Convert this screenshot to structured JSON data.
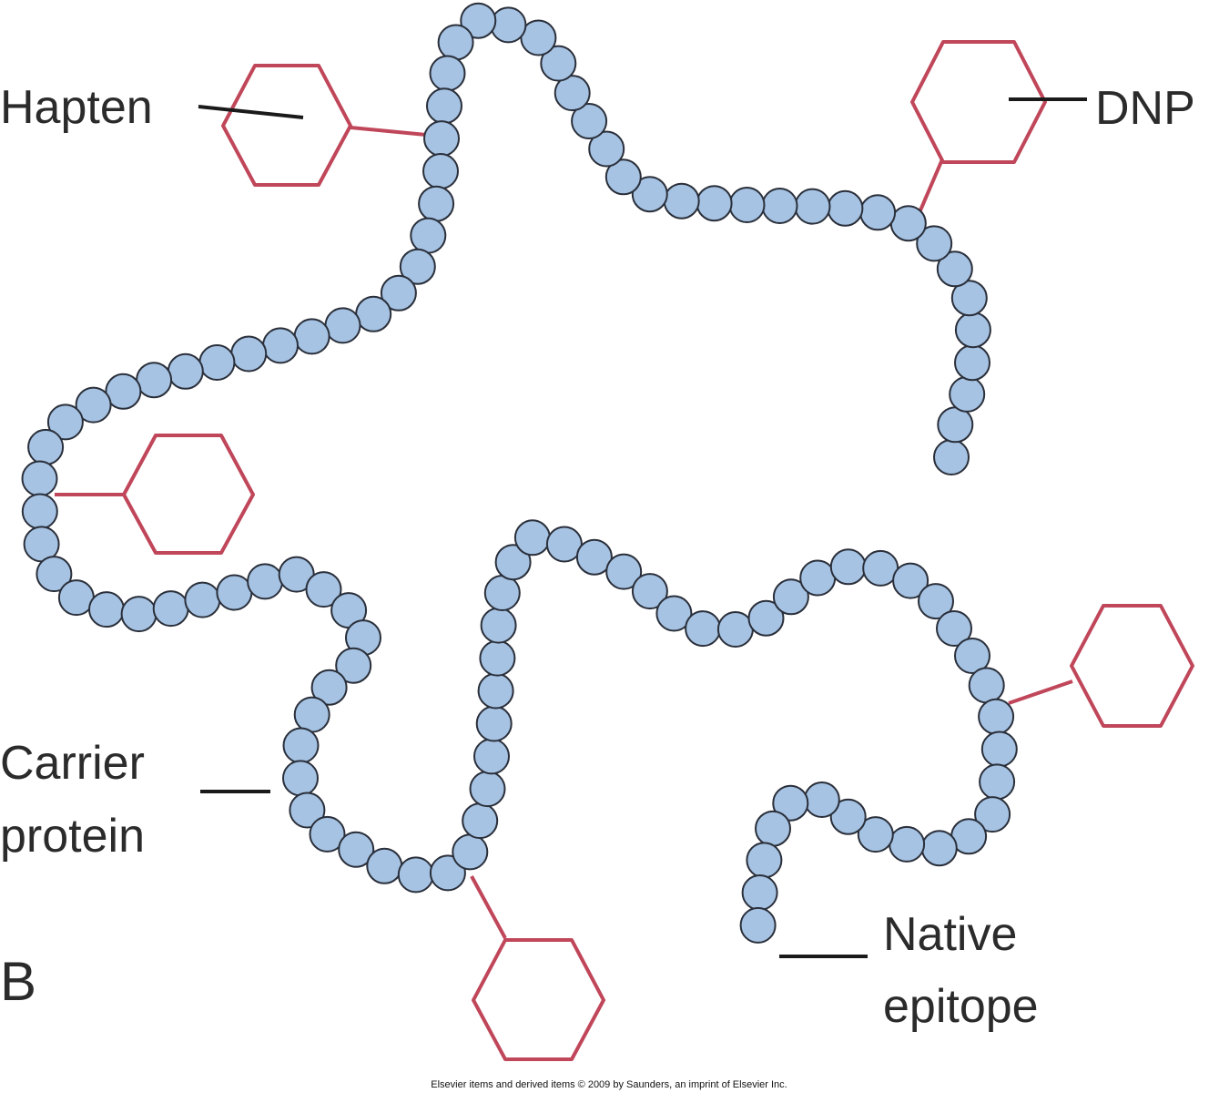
{
  "colors": {
    "bead_fill": "#a6c3e3",
    "hapten_stroke": "#c0465a"
  },
  "labels": {
    "hapten": "Hapten",
    "dnp": "DNP",
    "carrier_line1": "Carrier",
    "carrier_line2": "protein",
    "native_line1": "Native",
    "native_line2": "epitope",
    "panel": "B"
  },
  "copyright": "Elsevier items and derived items © 2009 by Saunders, an imprint of Elsevier Inc."
}
